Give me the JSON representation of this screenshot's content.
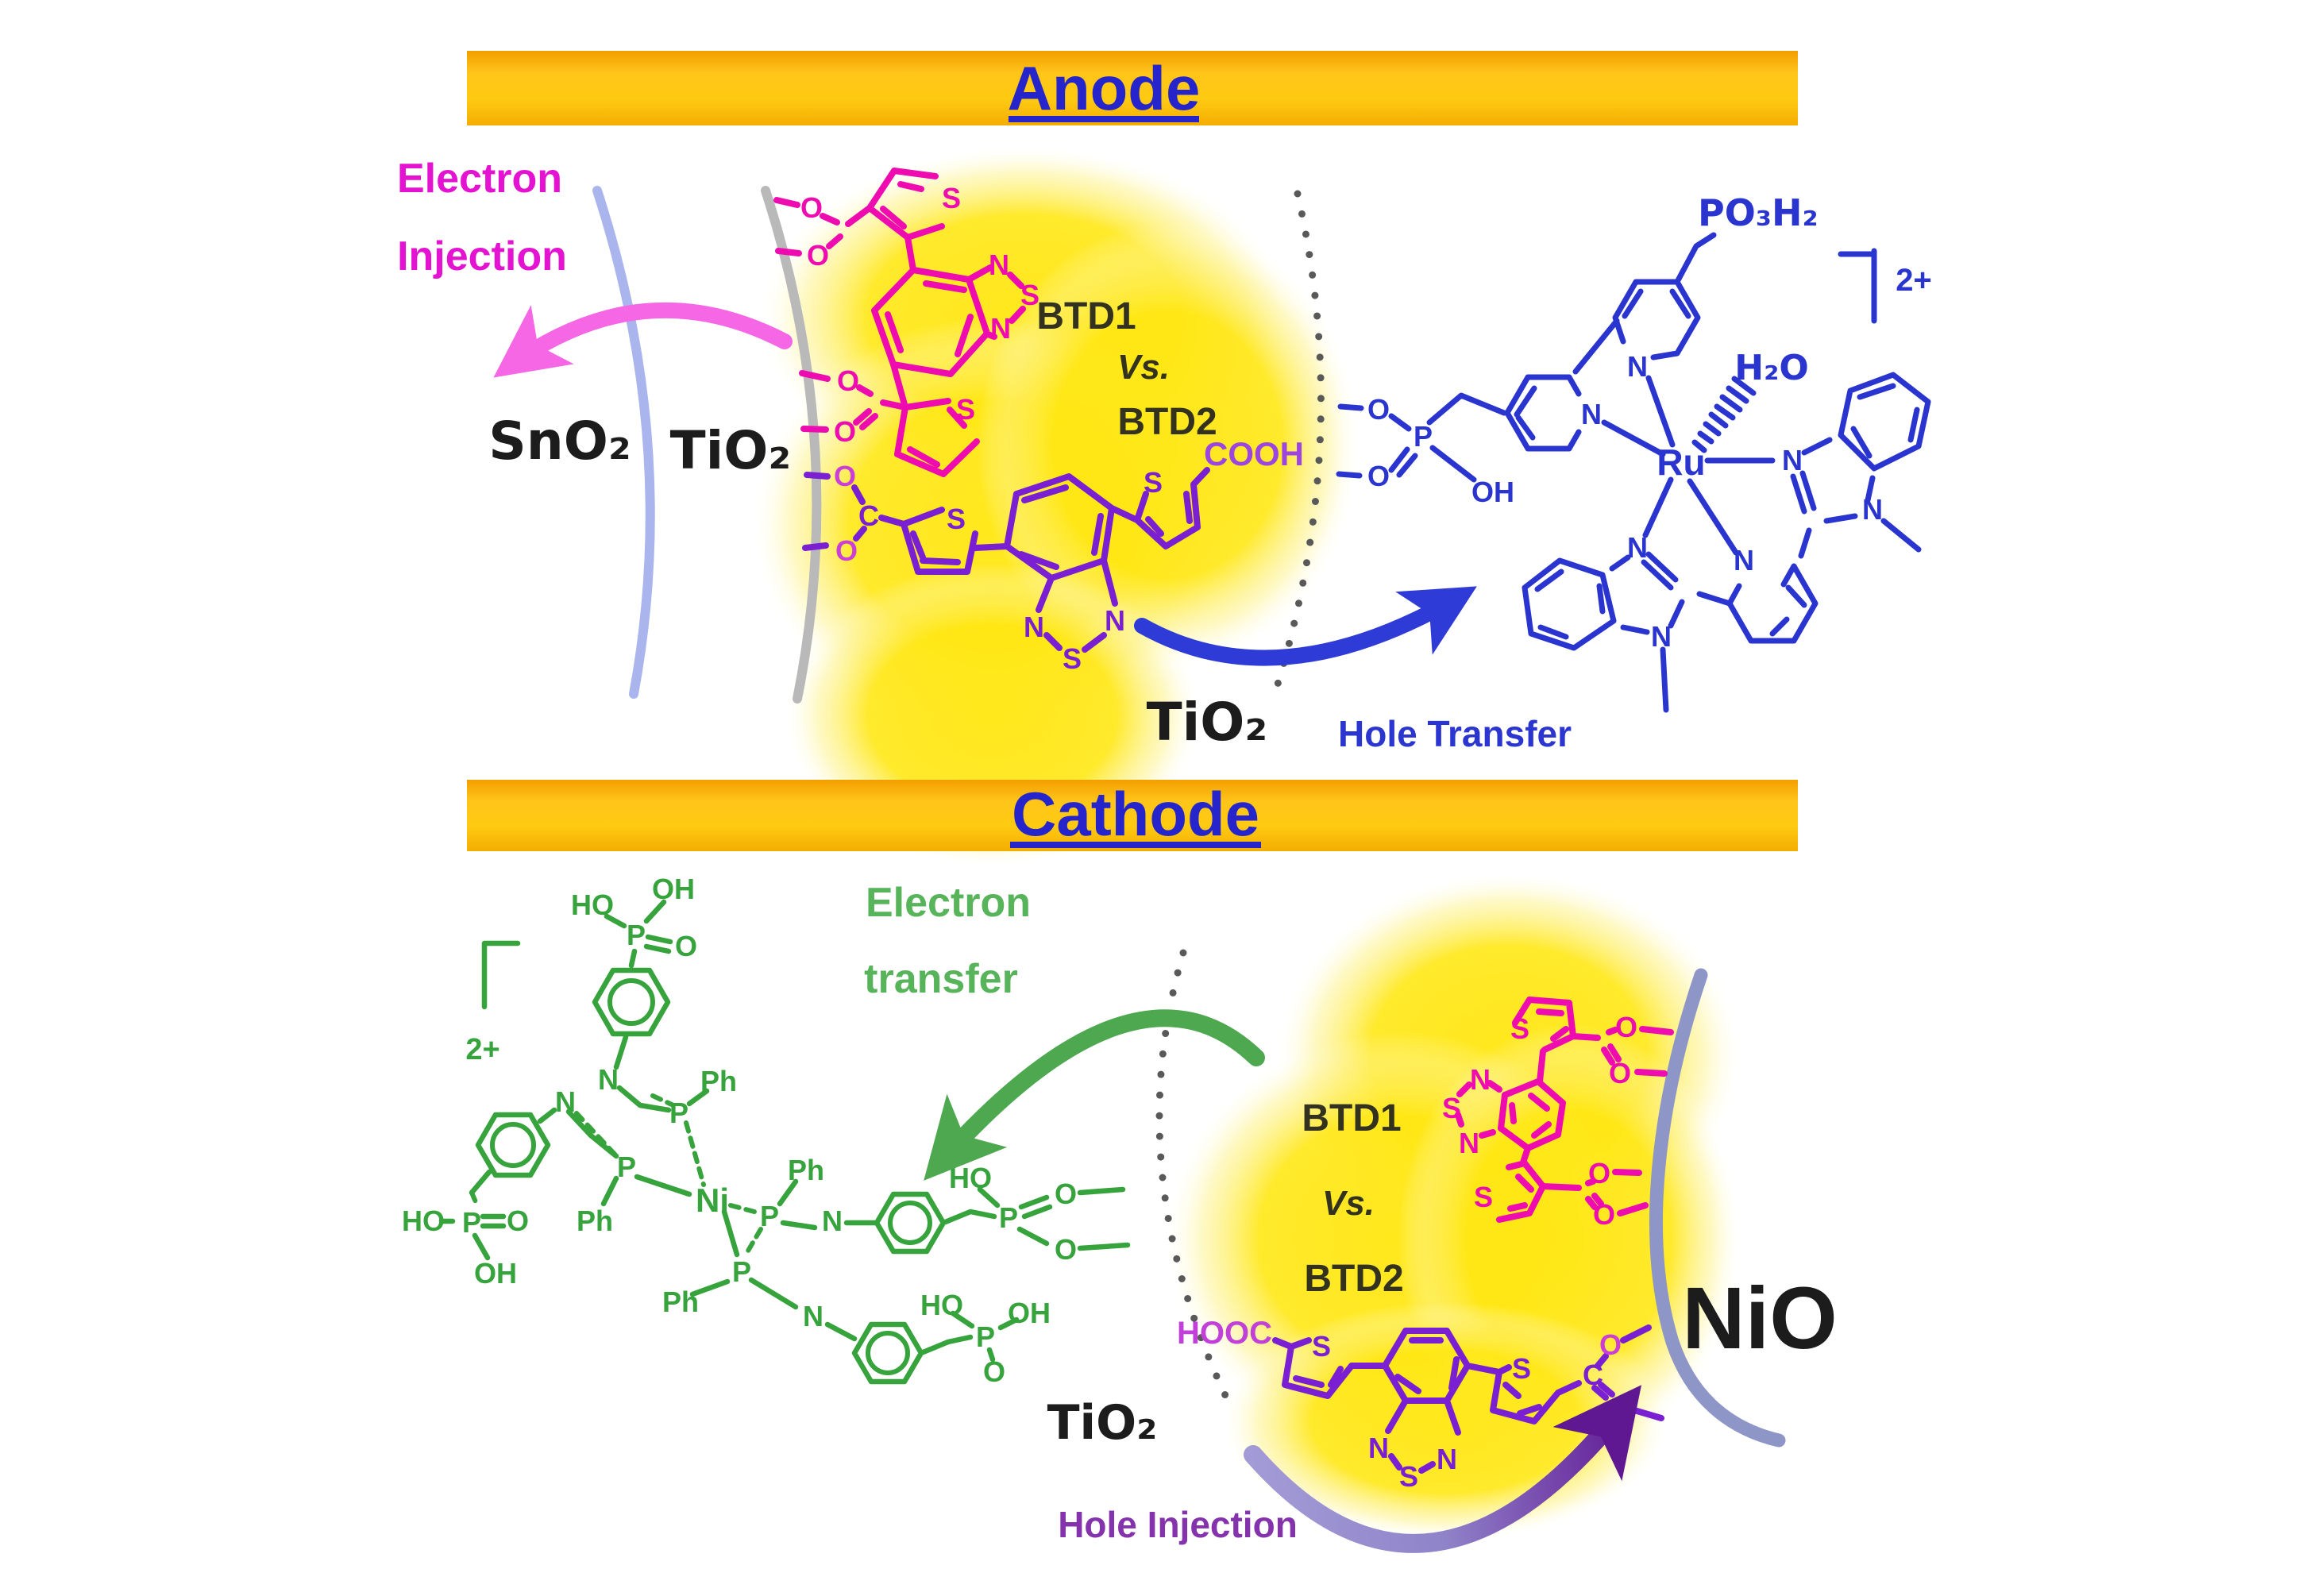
{
  "anode": {
    "banner_label": "Anode",
    "injection_line1": "Electron",
    "injection_line2": "Injection",
    "electrode_sno2": "SnO₂",
    "electrode_tio2": "TiO₂",
    "dye_top": "BTD1",
    "dye_vs": "Vs.",
    "dye_bottom": "BTD2",
    "anchor_cooh": "COOH",
    "electrode_tio2_bottom": "TiO₂",
    "hole_transfer": "Hole Transfer",
    "phosphonate": "PO₃H₂",
    "charge": "2+",
    "aqua": "H₂O",
    "metal": "Ru"
  },
  "cathode": {
    "banner_label": "Cathode",
    "transfer_line1": "Electron",
    "transfer_line2": "transfer",
    "dye_top": "BTD1",
    "dye_vs": "Vs.",
    "dye_bottom": "BTD2",
    "anchor_hooc": "HOOC",
    "electrode_nio": "NiO",
    "electrode_tio2": "TiO₂",
    "hole_injection": "Hole Injection",
    "charge": "2+",
    "metal": "Ni"
  },
  "atoms": {
    "S": "S",
    "N": "N",
    "O": "O",
    "C": "C",
    "P": "P",
    "Ph": "Ph",
    "HO": "HO",
    "OH": "OH"
  },
  "colors": {
    "banner_gold": "#ffc107",
    "banner_text_blue": "#2525cb",
    "magenta_dye": "#ee0bb0",
    "purple_dye": "#7a1fd2",
    "blue_catalyst": "#2a35cf",
    "green_catalyst": "#37a33c",
    "yellow_glow": "#ffe714",
    "pink_arrow": "#f567e5",
    "blue_arrow": "#2e3bd6",
    "green_arrow": "#5cb55e",
    "purple_arrow_dark": "#5f1792",
    "purple_arrow_light": "#a39bd6",
    "electron_injection_text": "#e313d1",
    "hole_injection_text": "#8433ad",
    "sno2_interface": "#aab5ee",
    "tio2_interface": "#b9b9b9",
    "nio_interface": "#8e96c8",
    "dotted_line": "#595959"
  }
}
